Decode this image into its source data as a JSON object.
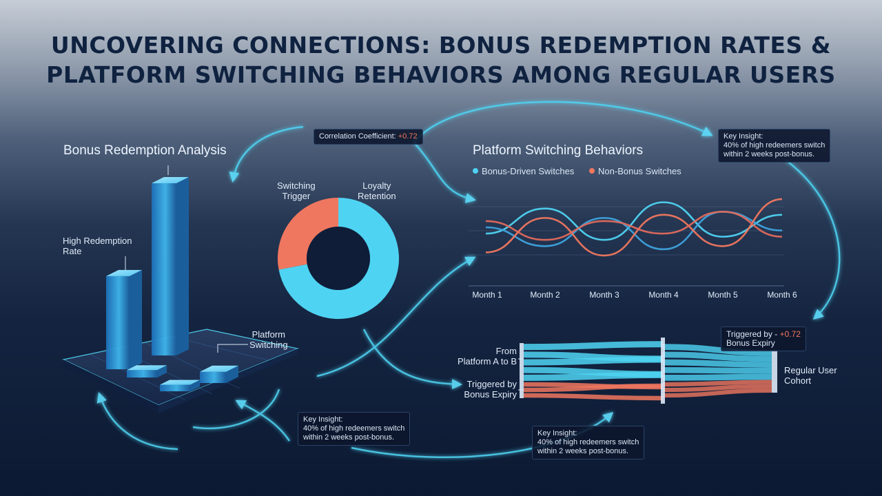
{
  "title_line1": "UNCOVERING CONNECTIONS: BONUS REDEMPTION RATES &",
  "title_line2": "PLATFORM SWITCHING BEHAVIORS AMONG REGULAR USERS",
  "left": {
    "title": "Bonus Redemption Analysis",
    "label_high_redemption": "High Redemption\nRate",
    "label_platform_switching": "Platform\nSwitching"
  },
  "correlation": {
    "label": "Correlation Coefficient:",
    "value": "+0.72"
  },
  "donut": {
    "label_trigger": "Switching\nTrigger",
    "label_retention": "Loyalty\nRetention"
  },
  "right": {
    "title": "Platform Switching Behaviors"
  },
  "insight_top": "Key Insight:\n40% of high redeemers switch\nwithin 2 weeks post-bonus.",
  "insight_bottom_left": "Key Insight:\n40% of high redeemers switch\nwithin 2 weeks post-bonus.",
  "insight_bottom_mid": "Key Insight:\n40% of high redeemers switch\nwithin 2 weeks post-bonus.",
  "triggered_box": {
    "line1": "Triggered by -",
    "value": "+0.72",
    "line2": "Bonus Expiry"
  },
  "sankey": {
    "from_label": "From\nPlatform A to B",
    "triggered_label": "Triggered by\nBonus Expiry",
    "cohort_label": "Regular User\nCohort"
  },
  "colors": {
    "cyan": "#4fd3f2",
    "coral": "#f0775f",
    "bar_blue": "#2b8fd6",
    "background_dark": "#0f1d38",
    "title": "#0f2240"
  },
  "chart_data": [
    {
      "type": "bar",
      "title": "Bonus Redemption Analysis",
      "categories": [
        "High Redemption Rate",
        "",
        "Platform Switching",
        "",
        ""
      ],
      "values": [
        100,
        185,
        12,
        8,
        7
      ],
      "note": "3D bars without printed axis; values are relative heights"
    },
    {
      "type": "pie",
      "labels": [
        "Switching Trigger",
        "Loyalty Retention"
      ],
      "values": [
        28,
        72
      ],
      "colors": [
        "#f0775f",
        "#4fd3f2"
      ]
    },
    {
      "type": "line",
      "title": "Platform Switching Behaviors",
      "categories": [
        "Month 1",
        "Month 2",
        "Month 3",
        "Month 4",
        "Month 5",
        "Month 6"
      ],
      "grid": true,
      "legend": "top-left",
      "series": [
        {
          "name": "Bonus-Driven Switches",
          "color": "#4fd3f2",
          "values": [
            3.4,
            5.0,
            3.0,
            5.4,
            3.2,
            4.6
          ]
        },
        {
          "name": "",
          "color": "#3fa2dd",
          "values": [
            3.8,
            2.6,
            4.4,
            2.4,
            4.8,
            3.6
          ]
        },
        {
          "name": "Non-Bonus Switches",
          "color": "#f0775f",
          "values": [
            2.2,
            4.4,
            2.0,
            4.6,
            2.6,
            5.6
          ]
        },
        {
          "name": "",
          "color": "#e26a5c",
          "values": [
            4.2,
            3.0,
            4.2,
            3.4,
            4.8,
            3.2
          ]
        }
      ]
    },
    {
      "type": "sankey",
      "sources": [
        "From Platform A to B",
        "Triggered by Bonus Expiry"
      ],
      "target": "Regular User Cohort",
      "flows": [
        {
          "source": "From Platform A to B",
          "value": 70,
          "color": "#4fd3f2"
        },
        {
          "source": "Triggered by Bonus Expiry",
          "value": 30,
          "color": "#f0775f"
        }
      ]
    }
  ]
}
